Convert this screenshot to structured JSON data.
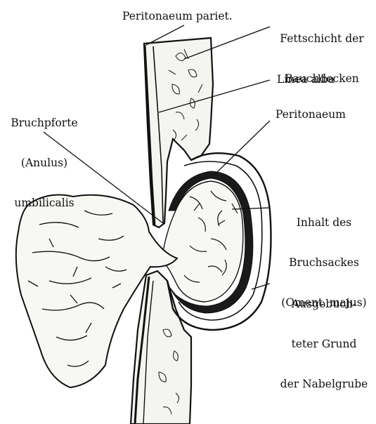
{
  "figure": {
    "labels": {
      "peritonaeum_pariet": "Peritonaeum pariet.",
      "fettschicht_line1": "Fettschicht der",
      "fettschicht_line2": "Bauchdecken",
      "linea_alba": "Linea alba",
      "bruchpforte_line1": "Bruchpforte",
      "bruchpforte_line2": "(Anulus)",
      "bruchpforte_line3": "umbilicalis",
      "peritonaeum": "Peritonaeum",
      "inhalt_line1": "Inhalt des",
      "inhalt_line2": "Bruchsackes",
      "inhalt_line3": "(Oment. majus)",
      "ausgebuch_line1": "Ausgebuch-",
      "ausgebuch_line2": "teter Grund",
      "ausgebuch_line3": "der Nabelgrube"
    },
    "colors": {
      "ink": "#111111",
      "paper": "#ffffff",
      "fat_fill": "#f4f4f0",
      "sac_dark": "#1a1a1a"
    }
  }
}
